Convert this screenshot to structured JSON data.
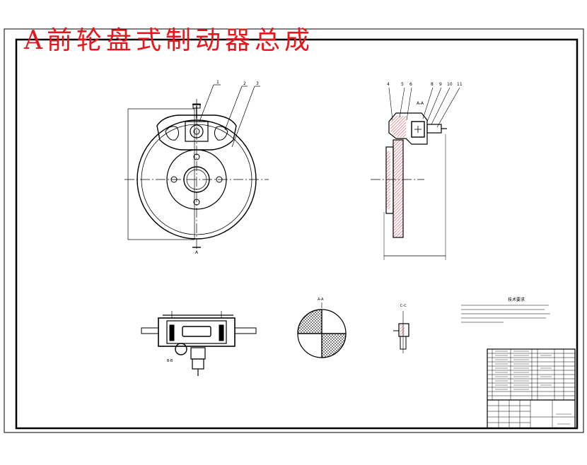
{
  "drawing": {
    "title": "A前轮盘式制动器总成",
    "title_color": "#e8161b",
    "line_color": "#000000",
    "hatch_color": "#d0021b",
    "front_view": {
      "callouts": [
        "1",
        "2",
        "3"
      ],
      "section_mark": "A"
    },
    "side_section": {
      "callouts": [
        "4",
        "5",
        "6",
        "8",
        "9",
        "10",
        "11"
      ],
      "section_label": "A-A"
    },
    "bottom_view": {
      "label": "B-B"
    },
    "detail_view": {
      "label": "C-C"
    },
    "tech_requirements": {
      "heading": "技术要求"
    }
  }
}
